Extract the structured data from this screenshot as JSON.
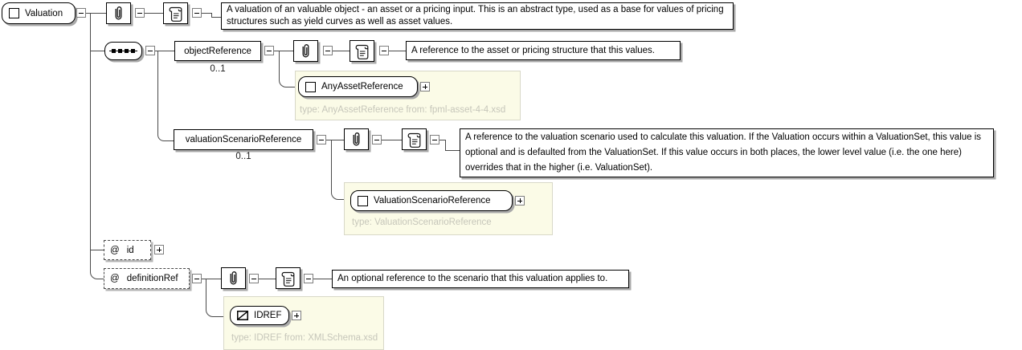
{
  "root": {
    "label": "Valuation",
    "doc": "A valuation of an valuable object - an asset or a pricing input. This is an abstract type, used as a base for values of pricing structures such as yield curves as well as asset values."
  },
  "objectReference": {
    "label": "objectReference",
    "cardinality": "0..1",
    "doc": "A reference to the asset or pricing structure that this values.",
    "type": {
      "label": "AnyAssetReference",
      "note": "type: AnyAssetReference from: fpml-asset-4-4.xsd"
    }
  },
  "valuationScenarioReference": {
    "label": "valuationScenarioReference",
    "cardinality": "0..1",
    "doc": "A reference to the valuation scenario used to calculate this valuation. If the Valuation occurs within a ValuationSet, this value is optional and is defaulted from the ValuationSet. If this value occurs in both places, the lower level value (i.e. the one here) overrides that in the higher (i.e. ValuationSet).",
    "type": {
      "label": "ValuationScenarioReference",
      "note": "type: ValuationScenarioReference"
    }
  },
  "attrId": {
    "prefix": "@",
    "label": "id"
  },
  "attrDefinitionRef": {
    "prefix": "@",
    "label": "definitionRef",
    "doc": "An optional reference to the scenario that this valuation applies to.",
    "type": {
      "label": "IDREF",
      "note": "type: IDREF from: XMLSchema.xsd"
    }
  }
}
